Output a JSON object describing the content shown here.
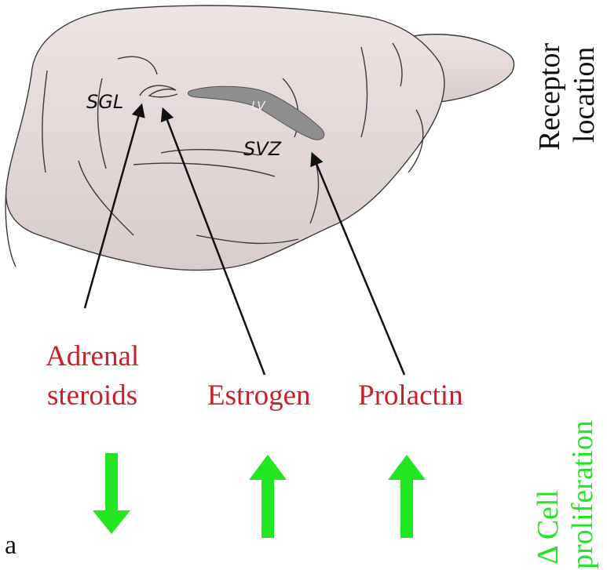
{
  "diagram": {
    "brain_regions": {
      "sgl": "SGL",
      "lv": "LV",
      "svz": "SVZ"
    },
    "receptor_label": {
      "line1": "Receptor",
      "line2": "location"
    },
    "hormones": {
      "adrenal_line1": "Adrenal",
      "adrenal_line2": "steroids",
      "estrogen": "Estrogen",
      "prolactin": "Prolactin"
    },
    "proliferation_label": {
      "line1": "Δ Cell",
      "line2": "proliferation"
    },
    "proliferation_effects": [
      {
        "hormone": "Adrenal steroids",
        "direction": "down"
      },
      {
        "hormone": "Estrogen",
        "direction": "up"
      },
      {
        "hormone": "Prolactin",
        "direction": "up"
      }
    ],
    "panel_letter": "a",
    "colors": {
      "hormone_text": "#c8202a",
      "proliferation": "#22e622",
      "brain_fill": "#e4dada",
      "ventricle_fill": "#8e8e8e"
    }
  }
}
